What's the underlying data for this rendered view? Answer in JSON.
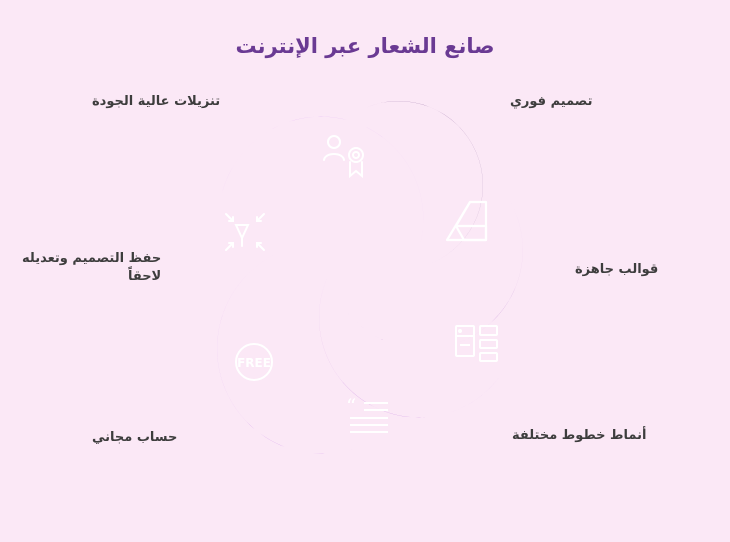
{
  "title": "صانع الشعار عبر الإنترنت",
  "features": [
    {
      "label": "تصميم فوري",
      "color": "#6e4587",
      "icon": "triangle-ruler-icon"
    },
    {
      "label": "قوالب جاهزة",
      "color": "#9449bd",
      "icon": "template-grid-icon"
    },
    {
      "label": "أنماط خطوط مختلفة",
      "color": "#a955d6",
      "icon": "quote-text-icon"
    },
    {
      "label": "حساب مجاني",
      "color": "#b766e6",
      "icon": "free-badge-icon"
    },
    {
      "label": "حفظ التصميم وتعديله\nلاحقاً",
      "color": "#cc76f5",
      "icon": "save-arrows-icon"
    },
    {
      "label": "تنزيلات عالية الجودة",
      "color": "#dca8f4",
      "icon": "user-award-icon"
    }
  ]
}
